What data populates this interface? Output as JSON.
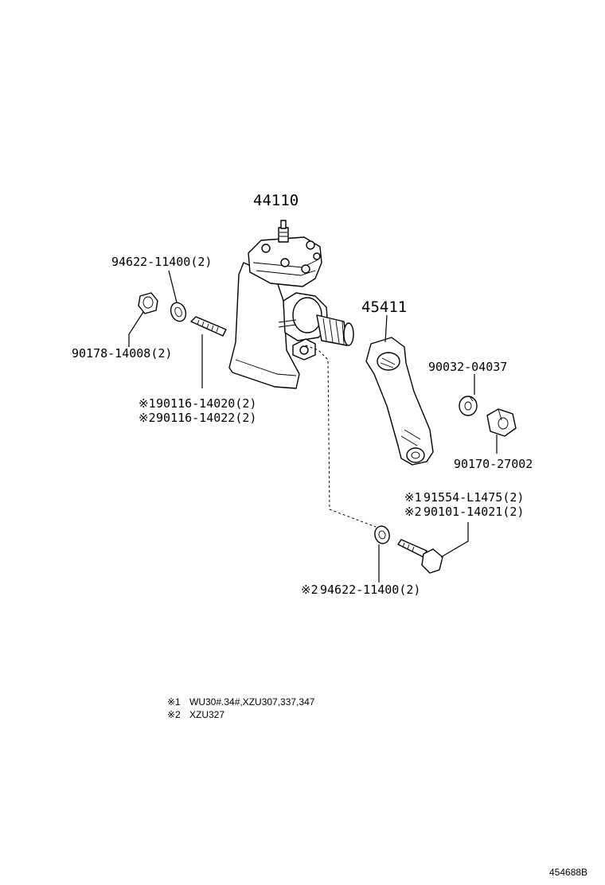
{
  "parts": {
    "gear_box": "44110",
    "pitman_arm": "45411",
    "washer_top": "94622-11400(2)",
    "cap": "90178-14008(2)",
    "stud_a": "90116-14020(2)",
    "stud_b": "90116-14022(2)",
    "washer_nut": "90032-04037",
    "nut": "90170-27002",
    "bolt_a": "91554-L1475(2)",
    "bolt_b": "90101-14021(2)",
    "washer_bottom": "94622-11400(2)"
  },
  "marks": {
    "m1": "※1",
    "m2": "※2"
  },
  "notes": {
    "n1_mark": "※1",
    "n1_text": "WU30#.34#,XZU307,337,347",
    "n2_mark": "※2",
    "n2_text": "XZU327"
  },
  "figure_id": "454688B"
}
